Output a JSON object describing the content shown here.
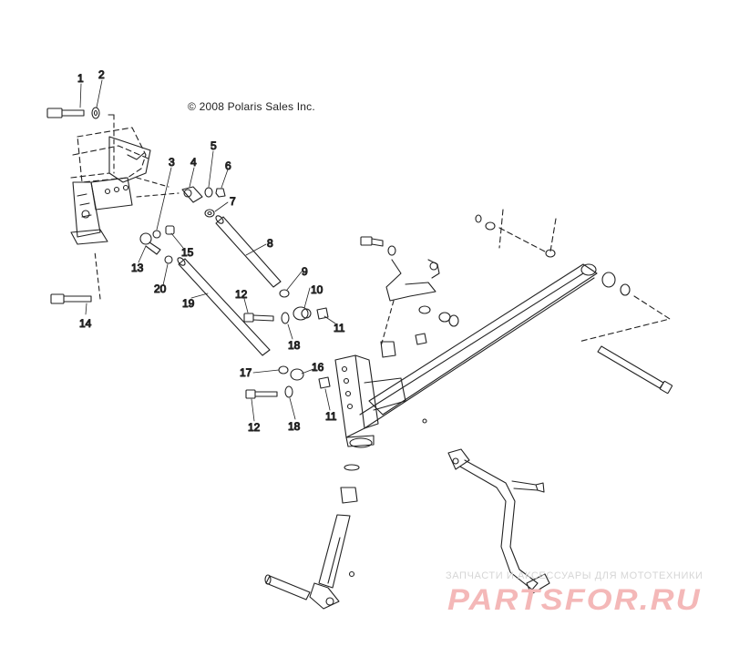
{
  "copyright": "© 2008 Polaris Sales Inc.",
  "watermark": {
    "subtitle": "ЗАПЧАСТИ И АКСЕССУАРЫ ДЛЯ МОТОТЕХНИКИ",
    "brand": "PARTSFOR.RU"
  },
  "callouts": [
    {
      "id": "c1",
      "label": "1"
    },
    {
      "id": "c2",
      "label": "2"
    },
    {
      "id": "c3",
      "label": "3"
    },
    {
      "id": "c4",
      "label": "4"
    },
    {
      "id": "c5",
      "label": "5"
    },
    {
      "id": "c6",
      "label": "6"
    },
    {
      "id": "c7",
      "label": "7"
    },
    {
      "id": "c8",
      "label": "8"
    },
    {
      "id": "c9",
      "label": "9"
    },
    {
      "id": "c10",
      "label": "10"
    },
    {
      "id": "c11a",
      "label": "11"
    },
    {
      "id": "c11b",
      "label": "11"
    },
    {
      "id": "c12a",
      "label": "12"
    },
    {
      "id": "c12b",
      "label": "12"
    },
    {
      "id": "c13",
      "label": "13"
    },
    {
      "id": "c14",
      "label": "14"
    },
    {
      "id": "c15",
      "label": "15"
    },
    {
      "id": "c16",
      "label": "16"
    },
    {
      "id": "c17",
      "label": "17"
    },
    {
      "id": "c18a",
      "label": "18"
    },
    {
      "id": "c18b",
      "label": "18"
    },
    {
      "id": "c19",
      "label": "19"
    },
    {
      "id": "c20",
      "label": "20"
    }
  ]
}
